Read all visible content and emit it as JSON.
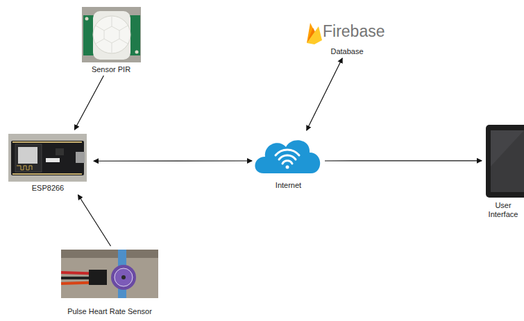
{
  "diagram": {
    "nodes": [
      {
        "text": [
          "Sensor PIR"
        ]
      },
      {
        "text": [
          "ESP8266"
        ]
      },
      {
        "text": [
          "Pulse Heart Rate Sensor"
        ]
      },
      {
        "text": [
          "Firebase",
          "Database"
        ]
      },
      {
        "text": [
          "Internet"
        ]
      },
      {
        "text": [
          "User Interface"
        ]
      }
    ],
    "edges": [
      {
        "from": 0,
        "to": 1,
        "arrow": "to"
      },
      {
        "from": 2,
        "to": 1,
        "arrow": "to"
      },
      {
        "from": 1,
        "to": 4,
        "arrow": "both"
      },
      {
        "from": 4,
        "to": 3,
        "arrow": "both"
      },
      {
        "from": 4,
        "to": 5,
        "arrow": "to"
      }
    ]
  }
}
